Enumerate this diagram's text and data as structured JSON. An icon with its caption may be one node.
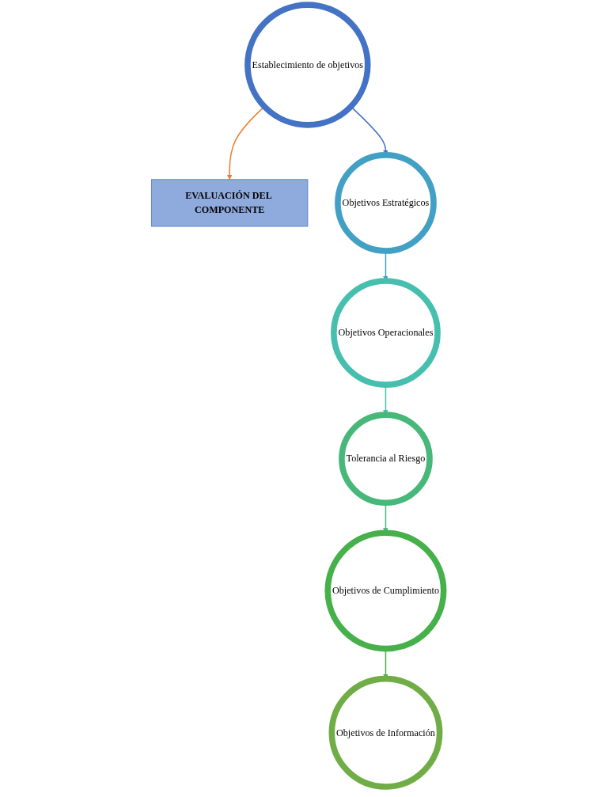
{
  "diagram": {
    "nodes": [
      {
        "text": [
          "Establecimiento de objetivos"
        ]
      },
      {
        "text": [
          "EVALUACIÓN DEL COMPONENTE"
        ]
      },
      {
        "text": [
          "Objetivos Estratégicos"
        ]
      },
      {
        "text": [
          "Objetivos Operacionales"
        ]
      },
      {
        "text": [
          "Tolerancia al Riesgo"
        ]
      },
      {
        "text": [
          "Objetivos de Cumplimiento"
        ]
      },
      {
        "text": [
          "Objetivos de Información"
        ]
      }
    ],
    "edges": [
      {
        "from": 0,
        "to": 1,
        "arrow": "to",
        "color": "#ed7d31"
      },
      {
        "from": 0,
        "to": 2,
        "arrow": "to",
        "color": "#4472c4"
      },
      {
        "from": 2,
        "to": 3,
        "arrow": "to",
        "color": "#42a0c4"
      },
      {
        "from": 3,
        "to": 4,
        "arrow": "to",
        "color": "#47bfae"
      },
      {
        "from": 4,
        "to": 5,
        "arrow": "to",
        "color": "#47b87a"
      },
      {
        "from": 5,
        "to": 6,
        "arrow": "to",
        "color": "#46b04a"
      }
    ]
  }
}
